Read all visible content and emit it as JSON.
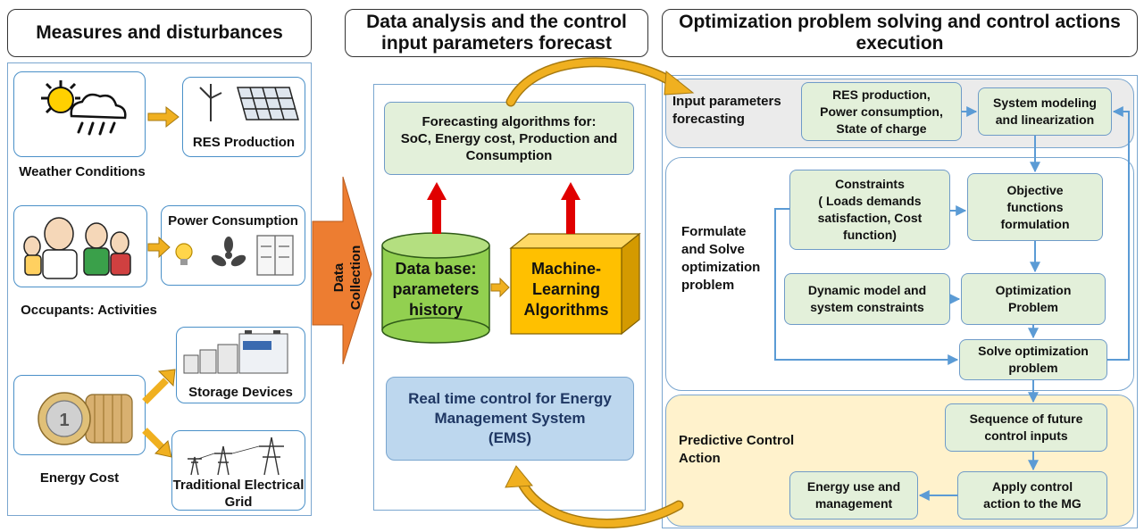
{
  "headers": {
    "measures": "Measures and disturbances",
    "analysis": "Data analysis and the control\ninput parameters forecast",
    "optimization": "Optimization problem solving and control actions\nexecution"
  },
  "left": {
    "weather_label": "Weather Conditions",
    "res_label": "RES Production",
    "occupants_label": "Occupants: Activities",
    "power_label": "Power Consumption",
    "energy_cost_label": "Energy Cost",
    "storage_label": "Storage Devices",
    "grid_label": "Traditional Electrical\nGrid"
  },
  "middle": {
    "data_collection": "Data\nCollection",
    "forecasting": "Forecasting algorithms for:\nSoC, Energy cost, Production and\nConsumption",
    "database": "Data base:\nparameters\nhistory",
    "ml": "Machine-\nLearning\nAlgorithms",
    "ems": "Real time control for Energy\nManagement System\n(EMS)"
  },
  "right": {
    "input_forecasting": "Input parameters\nforecasting",
    "res_box": "RES production,\nPower consumption,\nState of charge",
    "system_modeling": "System modeling\nand linearization",
    "formulate": "Formulate\nand Solve\noptimization\nproblem",
    "constraints": "Constraints\n( Loads demands\nsatisfaction, Cost\nfunction)",
    "objective": "Objective\nfunctions\nformulation",
    "dynamic": "Dynamic model and\nsystem constraints",
    "opt_problem": "Optimization\nProblem",
    "solve": "Solve optimization\nproblem",
    "predictive": "Predictive Control\nAction",
    "sequence": "Sequence of future\ncontrol inputs",
    "apply": "Apply control\naction to the MG",
    "energy_use": "Energy use and\nmanagement"
  },
  "colors": {
    "box_green": "#e3f0da",
    "db_green": "#92d050",
    "ml_orange": "#ffc000",
    "arrow_red": "#e00000",
    "ems_blue": "#bdd7ee",
    "data_arrow": "#ed7d31",
    "gold": "#f0b020",
    "line_blue": "#5b9bd5",
    "gray_section": "#ebebeb",
    "cream_section": "#fff2cc"
  },
  "icons": [
    "sun-cloud-icon",
    "wind-turbine-icon",
    "solar-panel-icon",
    "family-icon",
    "bulb-icon",
    "fan-icon",
    "fridge-icon",
    "euro-coin-icon",
    "battery-icon",
    "pylon-icon"
  ]
}
